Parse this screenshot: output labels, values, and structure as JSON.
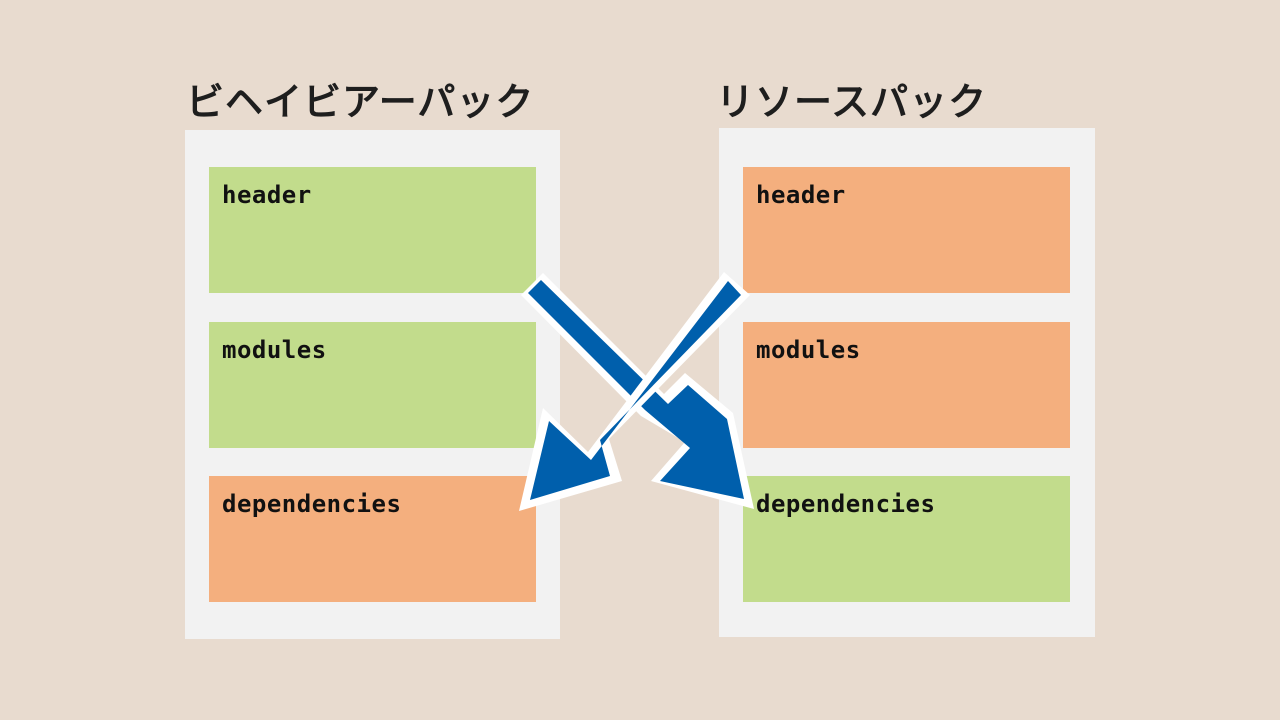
{
  "colors": {
    "background": "#e8dbcf",
    "panel": "#f2f2f2",
    "green": "#c2dc8c",
    "orange": "#f4af7e",
    "arrow": "#005fac",
    "arrow_outline": "#ffffff"
  },
  "behavior_pack": {
    "title": "ビヘイビアーパック",
    "sections": [
      {
        "label": "header",
        "color": "green"
      },
      {
        "label": "modules",
        "color": "green"
      },
      {
        "label": "dependencies",
        "color": "orange"
      }
    ]
  },
  "resource_pack": {
    "title": "リソースパック",
    "sections": [
      {
        "label": "header",
        "color": "orange"
      },
      {
        "label": "modules",
        "color": "orange"
      },
      {
        "label": "dependencies",
        "color": "green"
      }
    ]
  },
  "arrows": [
    {
      "from": "behavior_pack.header",
      "to": "resource_pack.dependencies"
    },
    {
      "from": "resource_pack.header",
      "to": "behavior_pack.dependencies"
    }
  ]
}
